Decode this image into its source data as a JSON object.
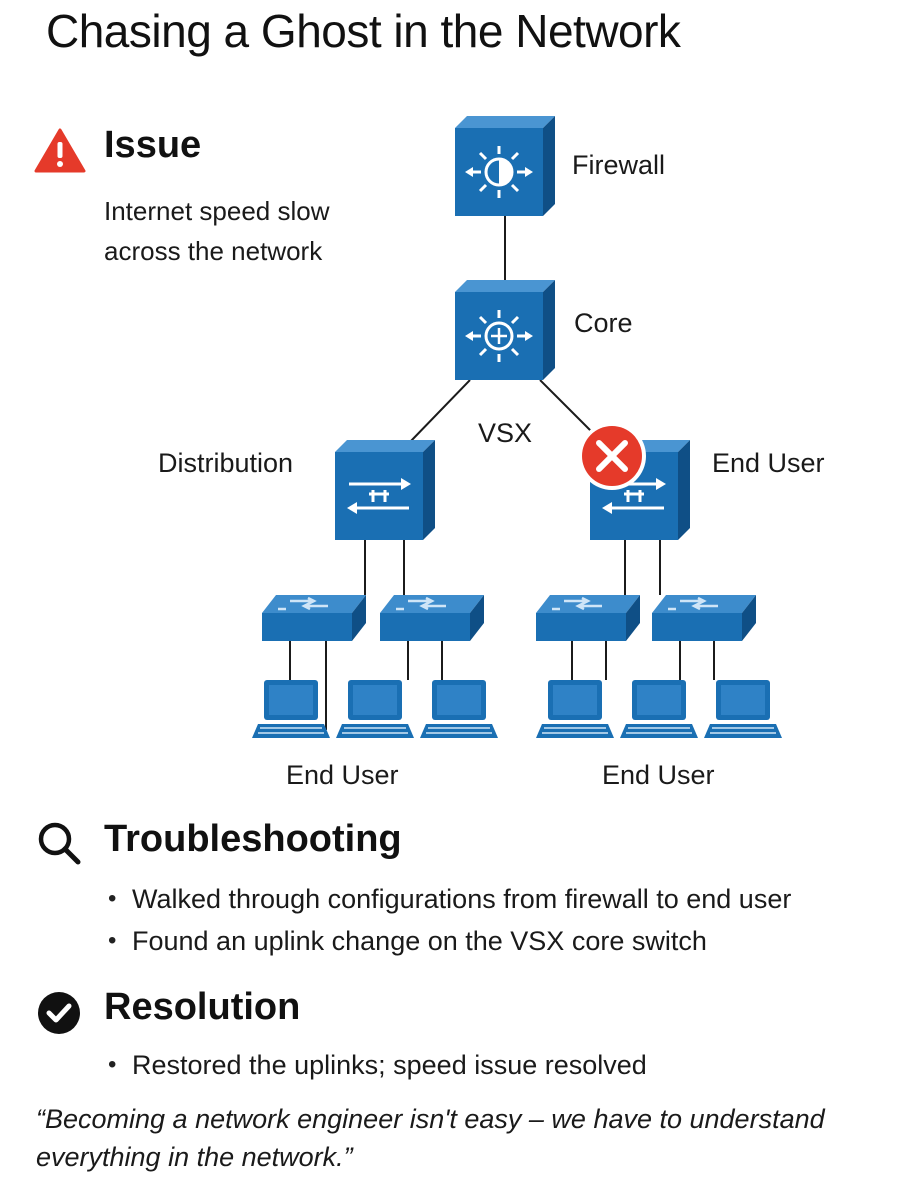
{
  "title": "Chasing a Ghost in the Network",
  "issue": {
    "heading": "Issue",
    "text_line1": "Internet speed slow",
    "text_line2": "across the network",
    "icon": "warning-triangle-icon",
    "icon_color": "#e53a2a"
  },
  "diagram": {
    "labels": {
      "firewall": "Firewall",
      "core": "Core",
      "vsx": "VSX",
      "distribution": "Distribution",
      "end_user_right_switch": "End User",
      "end_user_left_group": "End User",
      "end_user_right_group": "End User"
    },
    "device_color": "#1a6fb3",
    "fault_marker_color": "#e53a2a",
    "fault_marker_icon": "x-circle-icon"
  },
  "troubleshooting": {
    "heading": "Troubleshooting",
    "icon": "magnifier-icon",
    "bullets": [
      "Walked through configurations from firewall to end user",
      "Found an uplink change on the VSX core switch"
    ]
  },
  "resolution": {
    "heading": "Resolution",
    "icon": "checkmark-circle-icon",
    "bullets": [
      "Restored the uplinks; speed issue resolved"
    ]
  },
  "quote": {
    "line1": "“Becoming a network engineer isn't easy – we have to understand",
    "line2": "everything in the network.”"
  }
}
